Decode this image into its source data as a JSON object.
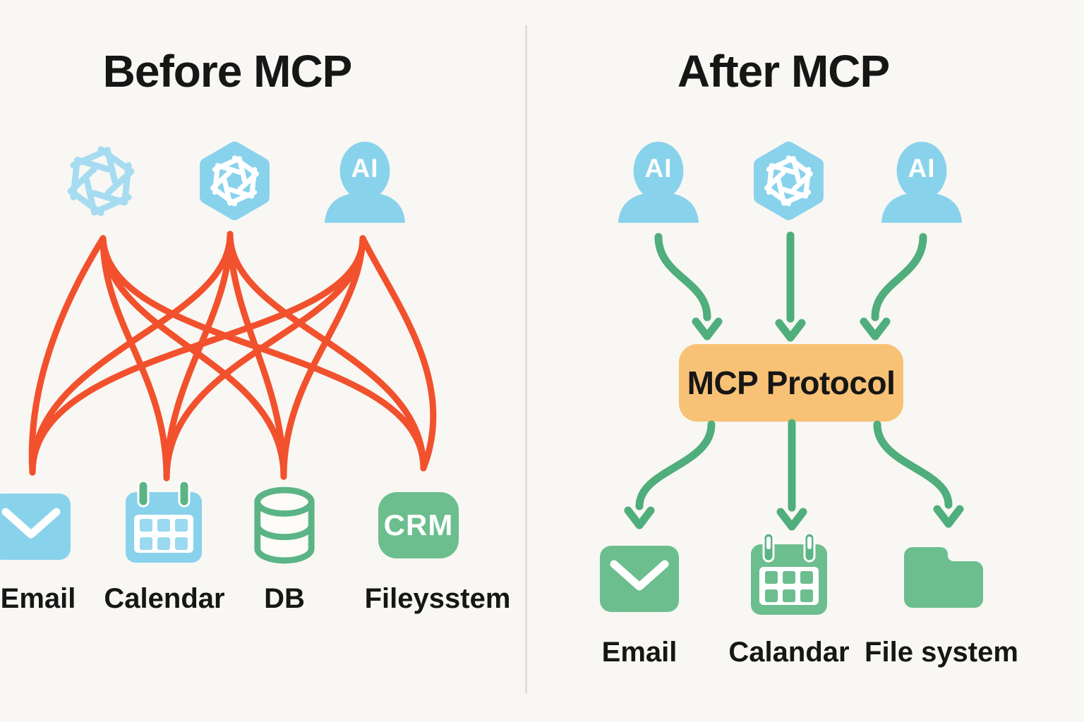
{
  "colors": {
    "background": "#F8F7F3",
    "blue": "#89D2EC",
    "blue_light": "#9BD9F1",
    "blue_outline": "#A6DCF1",
    "green": "#6CBE8E",
    "green_dark": "#5BB485",
    "arrow_green": "#4FAE7C",
    "tangle_red": "#F2512D",
    "protocol_fill": "#F8C276",
    "text": "#161616",
    "divider": "#E1E0DB"
  },
  "before": {
    "title": "Before MCP",
    "agents": [
      {
        "icon": "openai-logo-outline"
      },
      {
        "icon": "openai-logo-solid"
      },
      {
        "icon": "ai-person",
        "label": "AI"
      }
    ],
    "tools": [
      {
        "icon": "email-envelope",
        "label": "Email"
      },
      {
        "icon": "calendar",
        "label": "Calendar"
      },
      {
        "icon": "database",
        "label": "DB"
      },
      {
        "icon": "crm-badge",
        "icon_text": "CRM",
        "label": "Fileysstem"
      }
    ]
  },
  "after": {
    "title": "After MCP",
    "agents": [
      {
        "icon": "ai-person",
        "label": "AI"
      },
      {
        "icon": "openai-logo-solid"
      },
      {
        "icon": "ai-person",
        "label": "AI"
      }
    ],
    "protocol_label": "MCP Protocol",
    "tools": [
      {
        "icon": "email-envelope",
        "label": "Email"
      },
      {
        "icon": "calendar",
        "label": "Calandar"
      },
      {
        "icon": "folder",
        "label": "File system"
      }
    ]
  }
}
